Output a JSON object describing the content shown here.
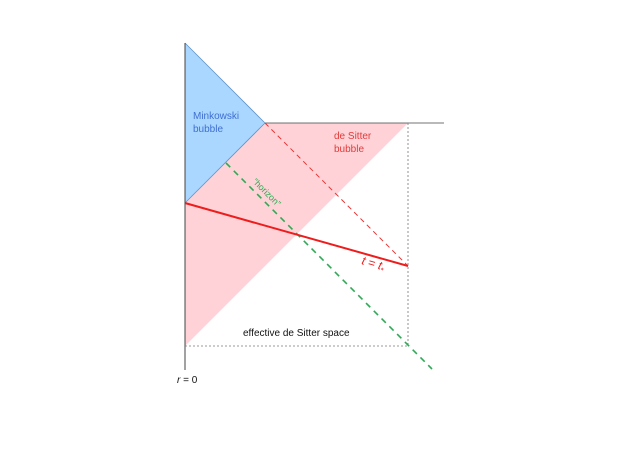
{
  "labels": {
    "minkowski_line1": "Minkowski",
    "minkowski_line2": "bubble",
    "desitter_line1": "de Sitter",
    "desitter_line2": "bubble",
    "horizon": "“horizon”",
    "time_eq_lhs": "t",
    "time_eq_mid": " = ",
    "time_eq_rhs": "t",
    "time_eq_sub": "*",
    "effective_space": "effective de Sitter space",
    "origin_lhs": "r",
    "origin_rhs": " = 0"
  },
  "colors": {
    "minkowski_fill": "#aad7ff",
    "minkowski_text": "#3f6fd0",
    "desitter_fill": "#ffd2d7",
    "desitter_text": "#e23b3b",
    "time_slice": "#ee1c1c",
    "horizon": "#2eaa55",
    "dashed_box": "#777777",
    "axis": "#444444"
  }
}
